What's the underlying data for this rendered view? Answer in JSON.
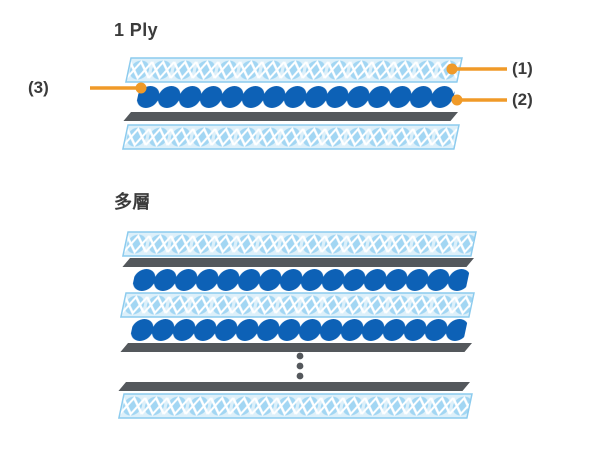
{
  "titles": {
    "single_ply": "1 Ply",
    "multi_layer": "多層"
  },
  "callouts": {
    "one": "(1)",
    "two": "(2)",
    "three": "(3)"
  },
  "colors": {
    "accent_orange": "#F09A28",
    "bubble_blue": "#0D61B6",
    "mesh_circle_blue": "#A2D6F3",
    "mesh_bg_blue": "#DDF0FA",
    "mesh_outline_blue": "#8CCBEE",
    "mesh_lattice_white": "#FFFFFF",
    "film_gray": "#54585C",
    "dot_gray": "#54585C",
    "text_dark": "#3B3B3B",
    "background": "#FFFFFF"
  },
  "continuation_dots": 3
}
